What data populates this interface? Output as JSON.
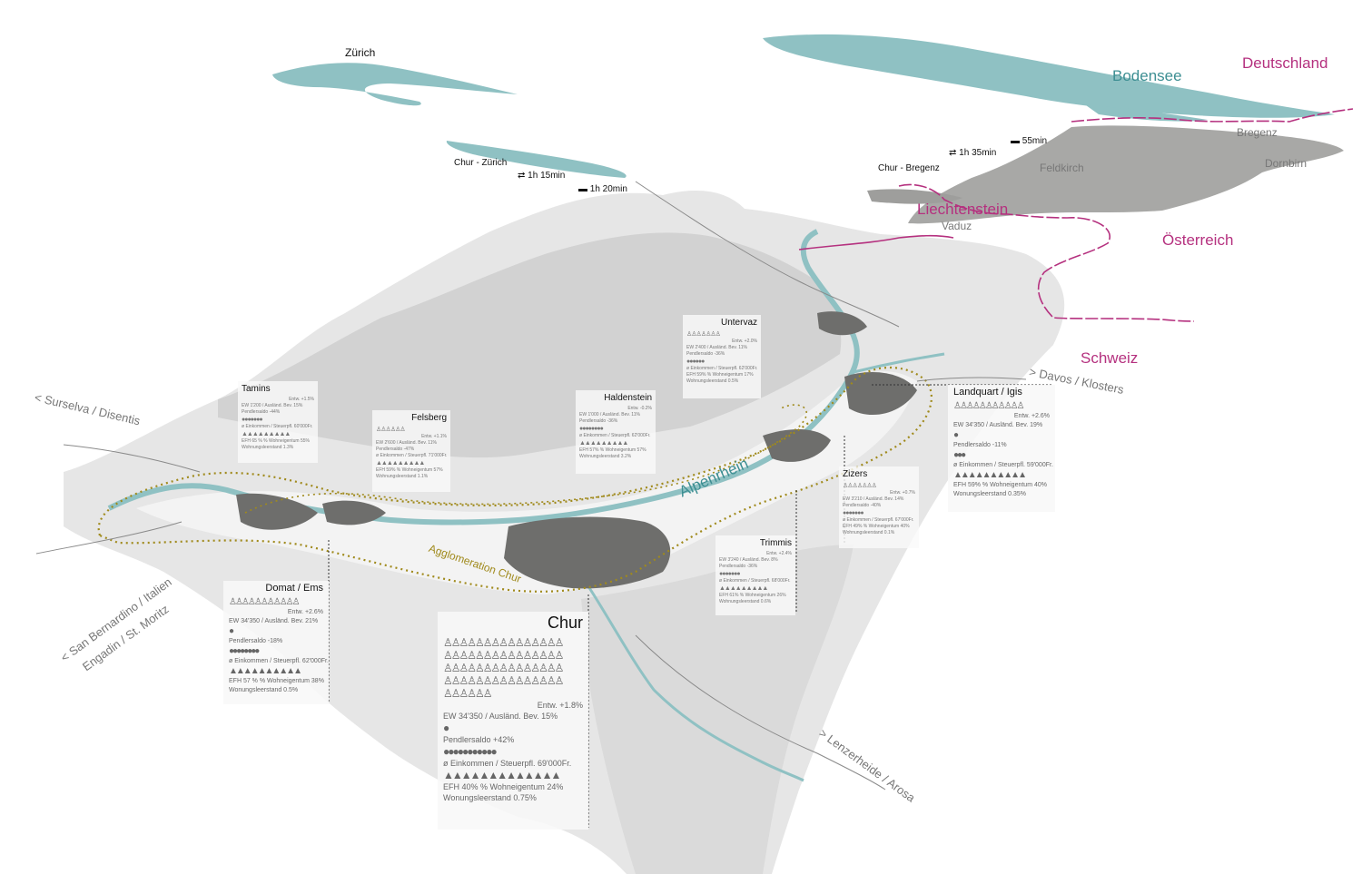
{
  "places": {
    "zurich": "Zürich",
    "bregenz": "Bregenz",
    "dornbirn": "Dornbirn",
    "feldkirch": "Feldkirch",
    "vaduz": "Vaduz"
  },
  "countries": {
    "deutschland": "Deutschland",
    "liechtenstein": "Liechtenstein",
    "oesterreich": "Österreich",
    "schweiz": "Schweiz"
  },
  "lake": "Bodensee",
  "river": "Alpenrhein",
  "agglomeration": "Agglomeration Chur",
  "routes": {
    "surselva": "< Surselva / Disentis",
    "davos": "> Davos / Klosters",
    "san_bernardino_1": "< San Bernardino / Italien",
    "san_bernardino_2": "Engadin / St. Moritz",
    "lenzerheide": "> Lenzerheide / Arosa"
  },
  "travel": {
    "zurich": {
      "label": "Chur - Zürich",
      "train": "1h 15min",
      "car": "1h 20min"
    },
    "bregenz": {
      "label": "Chur - Bregenz",
      "train": "1h 35min",
      "car": "55min"
    }
  },
  "icons": {
    "train": "train-icon",
    "car": "car-icon",
    "person": "person-icon",
    "coin": "coin-icon",
    "house": "house-icon"
  },
  "colors": {
    "water": "#8fc1c3",
    "border": "#b5317f",
    "agglo": "#a08a1c",
    "settlement": "#6e6e6c",
    "terrain": "#e6e6e6"
  },
  "cards": {
    "tamins": {
      "name": "Tamins",
      "l1": "Entw. +1.5%",
      "l2": "EW 1'200 / Ausländ. Bev. 15%",
      "l3": "Pendlersaldo -44%",
      "l4": "ø Einkommen / Steuerpfl. 60'000Fr.",
      "l5": "EFH 65 % % Wohneigentum 55%",
      "l6": "Wohnungsleerstand 1.3%"
    },
    "felsberg": {
      "name": "Felsberg",
      "l1": "Entw. +1.1%",
      "l2": "EW 2'600 / Ausländ. Bev. 11%",
      "l3": "Pendlersaldo -47%",
      "l4": "ø Einkommen / Steuerpfl. 71'000Fr.",
      "l5": "EFH 59% % Wohneigentum 57%",
      "l6": "Wohnungsleerstand 1.1%"
    },
    "haldenstein": {
      "name": "Haldenstein",
      "l1": "Entw. -0.2%",
      "l2": "EW 1'000 / Ausländ. Bev. 11%",
      "l3": "Pendlersaldo -36%",
      "l4": "ø Einkommen / Steuerpfl. 62'000Fr.",
      "l5": "EFH 57% % Wohneigentum 57%",
      "l6": "Wohnungsleerstand 3.2%"
    },
    "untervaz": {
      "name": "Untervaz",
      "l1": "Entw. +2.0%",
      "l2": "EW 2'400 / Ausländ. Bev. 11%",
      "l3": "Pendlersaldo -36%",
      "l4": "ø Einkommen / Steuerpfl. 62'000Fr.",
      "l5": "EFH 59% % Wohneigentum 17%",
      "l6": "Wohnungsleerstand 0.5%"
    },
    "zizers": {
      "name": "Zizers",
      "l1": "Entw. +0.7%",
      "l2": "EW 3'210 / Ausländ. Bev. 14%",
      "l3": "Pendlersaldo -40%",
      "l4": "ø Einkommen / Steuerpfl. 67'000Fr.",
      "l5": "EFH 49% % Wohneigentum 40%",
      "l6": "Wohnungsleerstand 0.1%"
    },
    "trimmis": {
      "name": "Trimmis",
      "l1": "Entw. +2.4%",
      "l2": "EW 3'240 / Ausländ. Bev. 8%",
      "l3": "Pendlersaldo -36%",
      "l4": "ø Einkommen / Steuerpfl. 68'000Fr.",
      "l5": "EFH 61% % Wohneigentum 26%",
      "l6": "Wohnungsleerstand 0.6%"
    },
    "domat": {
      "name": "Domat / Ems",
      "l1": "Entw. +2.6%",
      "l2": "EW 34'350 / Ausländ. Bev. 21%",
      "l3": "Pendlersaldo -18%",
      "l4": "ø Einkommen / Steuerpfl. 62'000Fr.",
      "l5": "EFH 57 % % Wohneigentum 38%",
      "l6": "Wonungsleerstand 0.5%"
    },
    "landquart": {
      "name": "Landquart / Igis",
      "l1": "Entw. +2.6%",
      "l2": "EW 34'350 / Ausländ. Bev. 19%",
      "l3": "Pendlersaldo -11%",
      "l4": "ø Einkommen / Steuerpfl. 59'000Fr.",
      "l5": "EFH 59% % Wohneigentum 40%",
      "l6": "Wonungsleerstand 0.35%"
    },
    "chur": {
      "name": "Chur",
      "l1": "Entw. +1.8%",
      "l2": "EW 34'350 / Ausländ. Bev. 15%",
      "l3": "Pendlersaldo +42%",
      "l4": "ø Einkommen / Steuerpfl. 69'000Fr.",
      "l5": "EFH 40% % Wohneigentum 24%",
      "l6": "Wonungsleerstand 0.75%"
    }
  }
}
